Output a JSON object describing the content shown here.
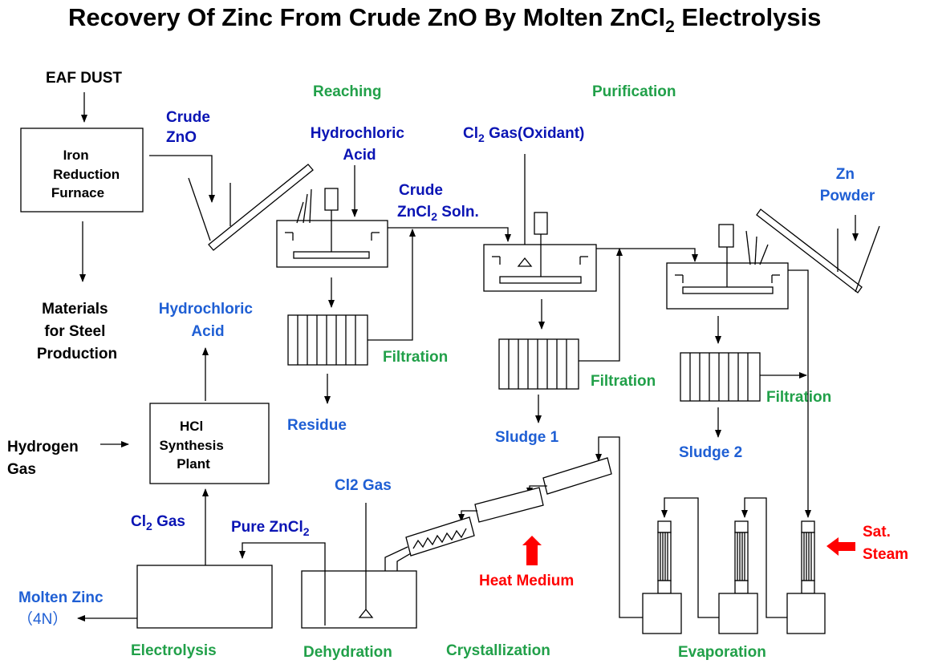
{
  "title": {
    "main": "Recovery Of Zinc From Crude ZnO By Molten ZnCl",
    "sub": "2",
    "tail": " Electrolysis"
  },
  "labels": {
    "eaf_dust": "EAF DUST",
    "furnace": [
      "Iron",
      "Reduction",
      "Furnace"
    ],
    "crude_zno": [
      "Crude",
      "ZnO"
    ],
    "reaching": "Reaching",
    "purification": "Purification",
    "hcl_top": [
      "Hydrochloric",
      "Acid"
    ],
    "cl2_oxidant": {
      "pre": "Cl",
      "sub": "2",
      "post": " Gas(Oxidant)"
    },
    "zn_powder": [
      "Zn",
      "Powder"
    ],
    "crude_zncl2": {
      "line1": "Crude",
      "pre": "ZnCl",
      "sub": "2",
      "post": " Soln."
    },
    "materials": [
      "Materials",
      "for Steel",
      "Production"
    ],
    "hcl_left": [
      "Hydrochloric",
      "Acid"
    ],
    "filtration1": "Filtration",
    "filtration2": "Filtration",
    "filtration3": "Filtration",
    "residue": "Residue",
    "sludge1": "Sludge 1",
    "sludge2": "Sludge 2",
    "hydrogen": [
      "Hydrogen",
      "Gas"
    ],
    "hcl_plant": [
      "HCl",
      "Synthesis",
      "Plant"
    ],
    "cl2_gas_left": {
      "pre": "Cl",
      "sub": "2",
      "post": " Gas"
    },
    "pure_zncl2": {
      "pre": "Pure ZnCl",
      "sub": "2"
    },
    "cl2_gas_mid": "Cl2 Gas",
    "heat_medium": "Heat Medium",
    "sat_steam": [
      "Sat.",
      "Steam"
    ],
    "molten_zinc": [
      "Molten Zinc",
      "（4N）"
    ],
    "electrolysis": "Electrolysis",
    "dehydration": "Dehydration",
    "crystallization": "Crystallization",
    "evaporation": "Evaporation"
  },
  "colors": {
    "dark_blue": "#0a14b4",
    "light_blue": "#1f5fd4",
    "green": "#21a049",
    "red": "#ff0000"
  },
  "icons": [
    "arrow-icon",
    "heat-arrow-icon",
    "steam-arrow-icon"
  ]
}
